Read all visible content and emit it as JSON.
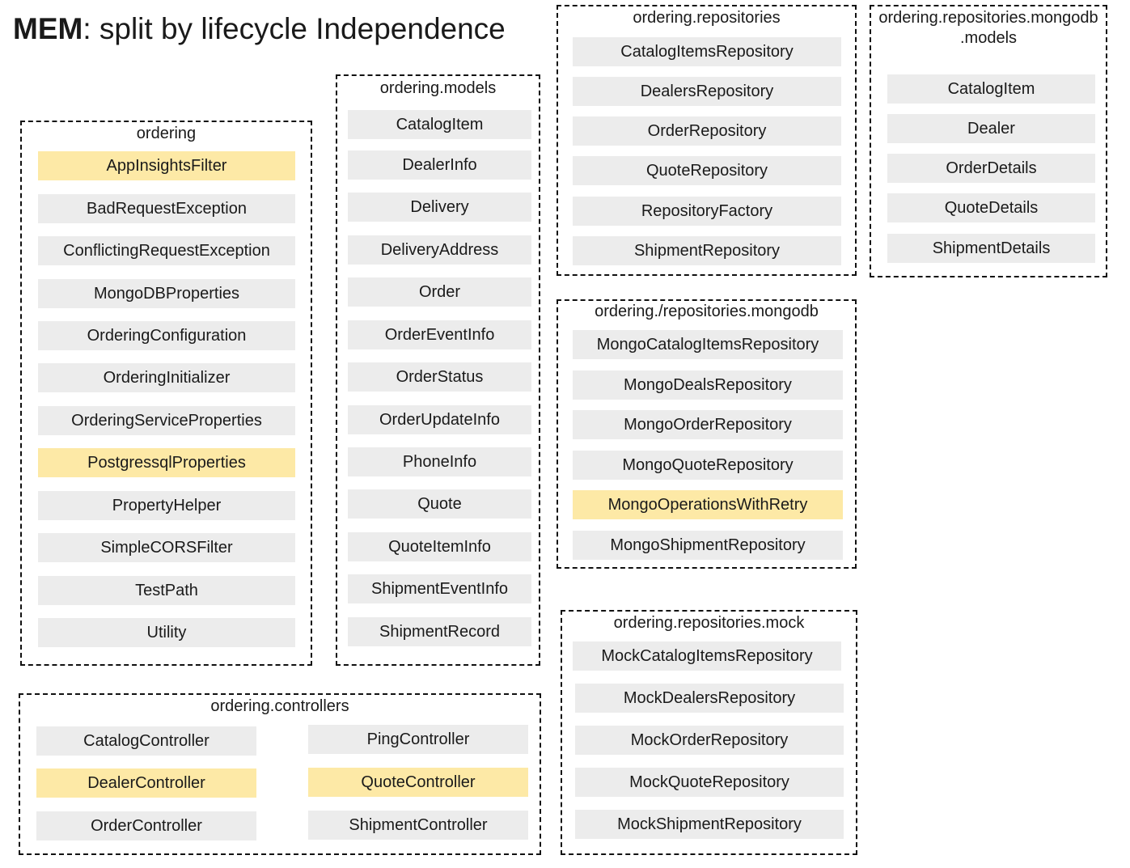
{
  "title": {
    "bold": "MEM",
    "rest": ": split by lifecycle Independence"
  },
  "colors": {
    "highlight": "#fde9a6",
    "default": "#ececec",
    "border": "#111111"
  },
  "packages": {
    "ordering": {
      "name": "ordering",
      "classes": [
        {
          "label": "AppInsightsFilter",
          "highlighted": true
        },
        {
          "label": "BadRequestException",
          "highlighted": false
        },
        {
          "label": "ConflictingRequestException",
          "highlighted": false
        },
        {
          "label": "MongoDBProperties",
          "highlighted": false
        },
        {
          "label": "OrderingConfiguration",
          "highlighted": false
        },
        {
          "label": "OrderingInitializer",
          "highlighted": false
        },
        {
          "label": "OrderingServiceProperties",
          "highlighted": false
        },
        {
          "label": "PostgressqlProperties",
          "highlighted": true
        },
        {
          "label": "PropertyHelper",
          "highlighted": false
        },
        {
          "label": "SimpleCORSFilter",
          "highlighted": false
        },
        {
          "label": "TestPath",
          "highlighted": false
        },
        {
          "label": "Utility",
          "highlighted": false
        }
      ]
    },
    "models": {
      "name": "ordering.models",
      "classes": [
        {
          "label": "CatalogItem",
          "highlighted": false
        },
        {
          "label": "DealerInfo",
          "highlighted": false
        },
        {
          "label": "Delivery",
          "highlighted": false
        },
        {
          "label": "DeliveryAddress",
          "highlighted": false
        },
        {
          "label": "Order",
          "highlighted": false
        },
        {
          "label": "OrderEventInfo",
          "highlighted": false
        },
        {
          "label": "OrderStatus",
          "highlighted": false
        },
        {
          "label": "OrderUpdateInfo",
          "highlighted": false
        },
        {
          "label": "PhoneInfo",
          "highlighted": false
        },
        {
          "label": "Quote",
          "highlighted": false
        },
        {
          "label": "QuoteItemInfo",
          "highlighted": false
        },
        {
          "label": "ShipmentEventInfo",
          "highlighted": false
        },
        {
          "label": "ShipmentRecord",
          "highlighted": false
        }
      ]
    },
    "repositories": {
      "name": "ordering.repositories",
      "classes": [
        {
          "label": "CatalogItemsRepository",
          "highlighted": false
        },
        {
          "label": "DealersRepository",
          "highlighted": false
        },
        {
          "label": "OrderRepository",
          "highlighted": false
        },
        {
          "label": "QuoteRepository",
          "highlighted": false
        },
        {
          "label": "RepositoryFactory",
          "highlighted": false
        },
        {
          "label": "ShipmentRepository",
          "highlighted": false
        }
      ]
    },
    "mongo_models": {
      "name_line1": "ordering.repositories.mongodb",
      "name_line2": ".models",
      "classes": [
        {
          "label": "CatalogItem",
          "highlighted": false
        },
        {
          "label": "Dealer",
          "highlighted": false
        },
        {
          "label": "OrderDetails",
          "highlighted": false
        },
        {
          "label": "QuoteDetails",
          "highlighted": false
        },
        {
          "label": "ShipmentDetails",
          "highlighted": false
        }
      ]
    },
    "mongodb": {
      "name": "ordering./repositories.mongodb",
      "classes": [
        {
          "label": "MongoCatalogItemsRepository",
          "highlighted": false
        },
        {
          "label": "MongoDealsRepository",
          "highlighted": false
        },
        {
          "label": "MongoOrderRepository",
          "highlighted": false
        },
        {
          "label": "MongoQuoteRepository",
          "highlighted": false
        },
        {
          "label": "MongoOperationsWithRetry",
          "highlighted": true
        },
        {
          "label": "MongoShipmentRepository",
          "highlighted": false
        }
      ]
    },
    "mock": {
      "name": "ordering.repositories.mock",
      "classes": [
        {
          "label": "MockCatalogItemsRepository",
          "highlighted": false
        },
        {
          "label": "MockDealersRepository",
          "highlighted": false
        },
        {
          "label": "MockOrderRepository",
          "highlighted": false
        },
        {
          "label": "MockQuoteRepository",
          "highlighted": false
        },
        {
          "label": "MockShipmentRepository",
          "highlighted": false
        }
      ]
    },
    "controllers": {
      "name": "ordering.controllers",
      "classes": [
        {
          "label": "CatalogController",
          "highlighted": false
        },
        {
          "label": "DealerController",
          "highlighted": true
        },
        {
          "label": "OrderController",
          "highlighted": false
        },
        {
          "label": "PingController",
          "highlighted": false
        },
        {
          "label": "QuoteController",
          "highlighted": true
        },
        {
          "label": "ShipmentController",
          "highlighted": false
        }
      ]
    }
  }
}
